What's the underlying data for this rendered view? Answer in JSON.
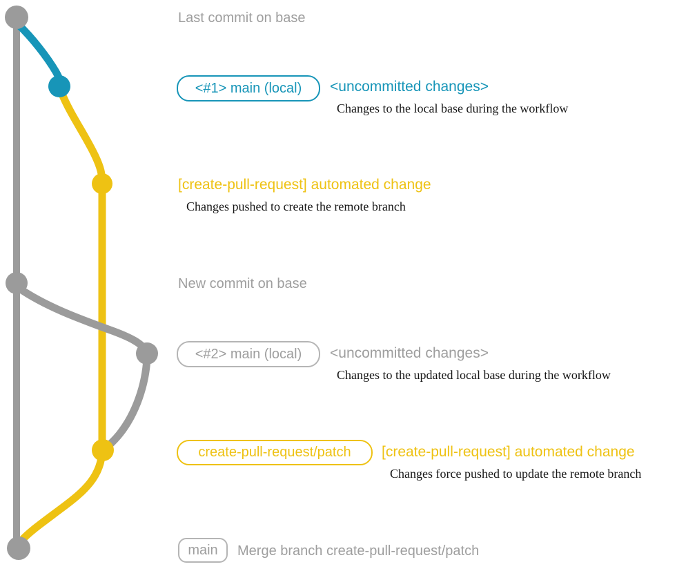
{
  "colors": {
    "gray": "#9b9b9b",
    "gray_text": "#9e9e9e",
    "gray_border": "#b5b5b5",
    "blue": "#1795b8",
    "yellow": "#eec213",
    "ink": "#161616"
  },
  "rows": {
    "top": {
      "label": "Last commit on base"
    },
    "commit1": {
      "badge": "<#1> main (local)",
      "annotation": "<uncommitted changes>",
      "description": "Changes to the local base during the workflow"
    },
    "push1": {
      "title": "[create-pull-request] automated change",
      "description": "Changes pushed to create the remote branch"
    },
    "newbase": {
      "label": "New commit on base"
    },
    "commit2": {
      "badge": "<#2> main (local)",
      "annotation": "<uncommitted changes>",
      "description": "Changes to the updated local base during the workflow"
    },
    "push2": {
      "badge": "create-pull-request/patch",
      "title": "[create-pull-request] automated change",
      "description": "Changes force pushed to update the remote branch"
    },
    "merge": {
      "badge": "main",
      "label": "Merge branch create-pull-request/patch"
    }
  },
  "graph": {
    "branches": [
      "base (gray)",
      "main local (blue)",
      "create-pull-request/patch (yellow)"
    ],
    "node_count": 7
  }
}
